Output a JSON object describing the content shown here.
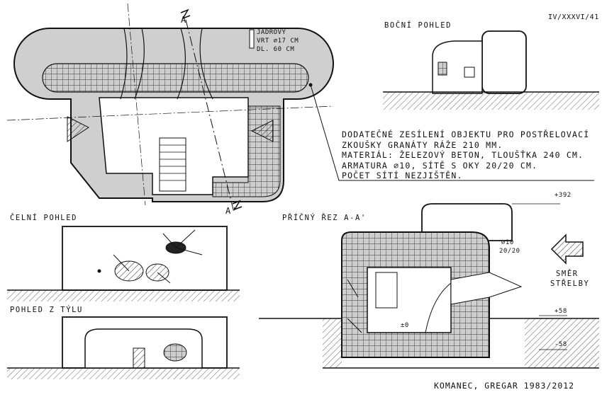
{
  "sheet_id": "IV/XXXVI/41",
  "views": {
    "side": "BOČNÍ POHLED",
    "front": "ČELNÍ POHLED",
    "rear": "POHLED Z TÝLU",
    "section": "PŘÍČNÝ ŘEZ A-A'"
  },
  "plan": {
    "core_drill": [
      "JÁDROVÝ",
      "VRT ⌀17 CM",
      "DL. 60 CM"
    ],
    "cut_top": "A",
    "cut_bottom": "A'"
  },
  "note_lines": [
    "DODATEČNÉ ZESÍLENÍ OBJEKTU PRO POSTŘELOVACÍ",
    "ZKOUŠKY GRANÁTY RÁŽE 210 MM.",
    "MATERIÁL: ŽELEZOVÝ BETON, TLOUŠŤKA 240 CM.",
    "ARMATURA ⌀10, SÍTĚ S OKY 20/20 CM.",
    "POČET SÍTÍ NEZJIŠTĚN."
  ],
  "section": {
    "elev_top": "+392",
    "elev_mid": "+58",
    "elev_bottom": "-58",
    "elev_zero": "±0",
    "rebar_1": "⌀10",
    "rebar_2": "20/20",
    "direction_1": "SMĚR",
    "direction_2": "STŘELBY"
  },
  "credit": "KOMANEC, GREGAR 1983/2012",
  "colors": {
    "ink": "#111111",
    "fill": "#cfcfcf",
    "hatch": "#555555"
  }
}
